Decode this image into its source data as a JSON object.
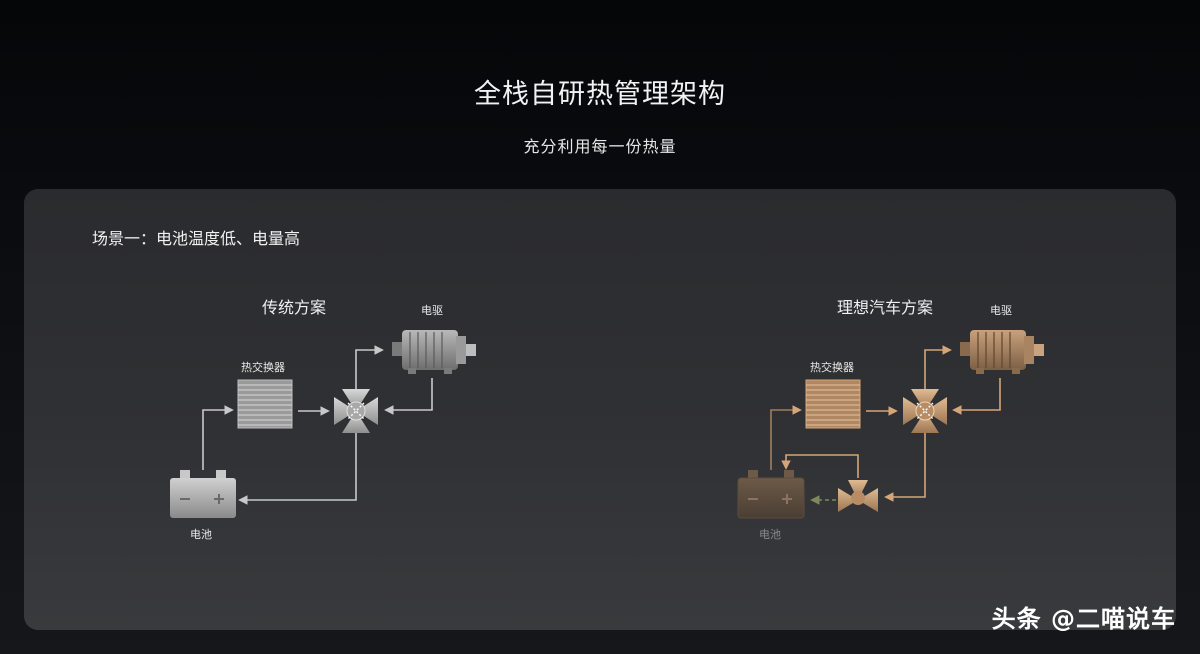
{
  "title": "全栈自研热管理架构",
  "subtitle": "充分利用每一份热量",
  "scenario": "场景一：电池温度低、电量高",
  "left_scheme": {
    "title": "传统方案",
    "motor_label": "电驱",
    "exchanger_label": "热交换器",
    "battery_label": "电池"
  },
  "right_scheme": {
    "title": "理想汽车方案",
    "motor_label": "电驱",
    "exchanger_label": "热交换器",
    "battery_label": "电池"
  },
  "battery_terminals": {
    "minus": "−",
    "plus": "+"
  },
  "colors": {
    "gray_line": "#c8c8c8",
    "gold_line": "#d4a678",
    "gold_dim": "#8a6b4e",
    "dashed_green": "#7e8a5a"
  },
  "watermark": "头条 @二喵说车"
}
